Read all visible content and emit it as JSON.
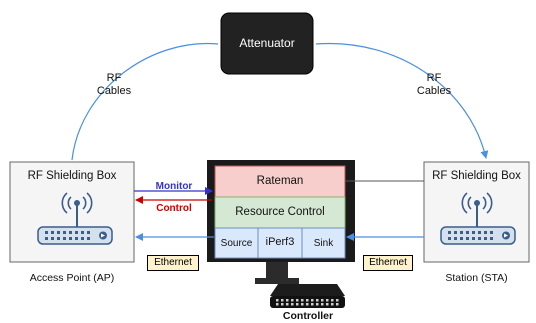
{
  "attenuator": {
    "label": "Attenuator"
  },
  "rf_cables_left": {
    "line1": "RF",
    "line2": "Cables"
  },
  "rf_cables_right": {
    "line1": "RF",
    "line2": "Cables"
  },
  "ap_box": {
    "title": "RF Shielding Box",
    "caption": "Access Point (AP)"
  },
  "sta_box": {
    "title": "RF Shielding Box",
    "caption": "Station (STA)"
  },
  "controller": {
    "label": "Controller",
    "rateman": "Rateman",
    "resource_control": "Resource Control",
    "source": "Source",
    "iperf3": "iPerf3",
    "sink": "Sink"
  },
  "arrows": {
    "monitor": "Monitor",
    "control": "Control"
  },
  "ethernet_left": "Ethernet",
  "ethernet_right": "Ethernet",
  "colors": {
    "monitor": "#3333cc",
    "control": "#cc0000",
    "cable": "#4a90e2",
    "rateman_fill": "#f8cecc",
    "resource_fill": "#d5e8d4",
    "bottom_fill": "#dae8fc",
    "ethernet_fill": "#fff2cc",
    "box_fill": "#f5f5f5"
  }
}
